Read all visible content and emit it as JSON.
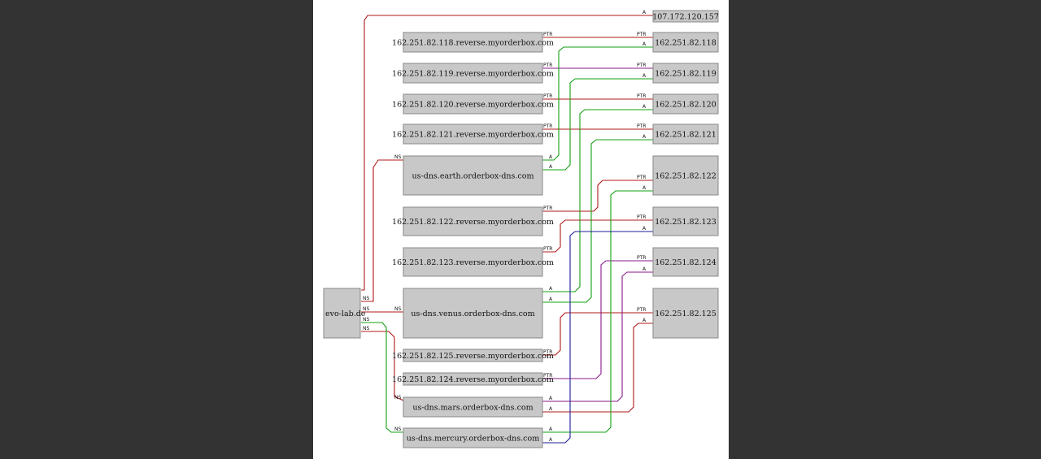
{
  "diagram": {
    "root": "evo-lab.de",
    "colors": {
      "red": "#b01818",
      "green": "#12a012",
      "blue": "#1c1c9a",
      "purple": "#8a1a8a"
    },
    "nodes": [
      {
        "id": "evo",
        "label": "evo-lab.de"
      },
      {
        "id": "ip157",
        "label": "107.172.120.157"
      },
      {
        "id": "rev118",
        "label": "162.251.82.118.reverse.myorderbox.com"
      },
      {
        "id": "ip118",
        "label": "162.251.82.118"
      },
      {
        "id": "rev119",
        "label": "162.251.82.119.reverse.myorderbox.com"
      },
      {
        "id": "ip119",
        "label": "162.251.82.119"
      },
      {
        "id": "rev120",
        "label": "162.251.82.120.reverse.myorderbox.com"
      },
      {
        "id": "ip120",
        "label": "162.251.82.120"
      },
      {
        "id": "rev121",
        "label": "162.251.82.121.reverse.myorderbox.com"
      },
      {
        "id": "ip121",
        "label": "162.251.82.121"
      },
      {
        "id": "earth",
        "label": "us-dns.earth.orderbox-dns.com"
      },
      {
        "id": "ip122",
        "label": "162.251.82.122"
      },
      {
        "id": "rev122",
        "label": "162.251.82.122.reverse.myorderbox.com"
      },
      {
        "id": "ip123",
        "label": "162.251.82.123"
      },
      {
        "id": "rev123",
        "label": "162.251.82.123.reverse.myorderbox.com"
      },
      {
        "id": "ip124",
        "label": "162.251.82.124"
      },
      {
        "id": "venus",
        "label": "us-dns.venus.orderbox-dns.com"
      },
      {
        "id": "ip125",
        "label": "162.251.82.125"
      },
      {
        "id": "rev125",
        "label": "162.251.82.125.reverse.myorderbox.com"
      },
      {
        "id": "rev124",
        "label": "162.251.82.124.reverse.myorderbox.com"
      },
      {
        "id": "mars",
        "label": "us-dns.mars.orderbox-dns.com"
      },
      {
        "id": "mercury",
        "label": "us-dns.mercury.orderbox-dns.com"
      }
    ],
    "edges": [
      {
        "from": "evo",
        "to": "ip157",
        "label": "A",
        "color": "red"
      },
      {
        "from": "evo",
        "to": "earth",
        "label": "NS",
        "color": "red"
      },
      {
        "from": "evo",
        "to": "venus",
        "label": "NS",
        "color": "red"
      },
      {
        "from": "evo",
        "to": "mars",
        "label": "NS",
        "color": "red"
      },
      {
        "from": "evo",
        "to": "mercury",
        "label": "NS",
        "color": "green"
      },
      {
        "from": "rev118",
        "to": "ip118",
        "label": "PTR",
        "color": "red"
      },
      {
        "from": "rev119",
        "to": "ip119",
        "label": "PTR",
        "color": "purple"
      },
      {
        "from": "rev120",
        "to": "ip120",
        "label": "PTR",
        "color": "red"
      },
      {
        "from": "rev121",
        "to": "ip121",
        "label": "PTR",
        "color": "red"
      },
      {
        "from": "rev122",
        "to": "ip122",
        "label": "PTR",
        "color": "red"
      },
      {
        "from": "rev123",
        "to": "ip123",
        "label": "PTR",
        "color": "red"
      },
      {
        "from": "rev125",
        "to": "ip125",
        "label": "PTR",
        "color": "red"
      },
      {
        "from": "rev124",
        "to": "ip124",
        "label": "PTR",
        "color": "purple"
      },
      {
        "from": "earth",
        "to": "ip118",
        "label": "A",
        "color": "green"
      },
      {
        "from": "earth",
        "to": "ip119",
        "label": "A",
        "color": "green"
      },
      {
        "from": "venus",
        "to": "ip120",
        "label": "A",
        "color": "green"
      },
      {
        "from": "venus",
        "to": "ip121",
        "label": "A",
        "color": "green"
      },
      {
        "from": "mars",
        "to": "ip124",
        "label": "A",
        "color": "purple"
      },
      {
        "from": "mars",
        "to": "ip125",
        "label": "A",
        "color": "red"
      },
      {
        "from": "mercury",
        "to": "ip122",
        "label": "A",
        "color": "green"
      },
      {
        "from": "mercury",
        "to": "ip123",
        "label": "A",
        "color": "blue"
      }
    ]
  }
}
